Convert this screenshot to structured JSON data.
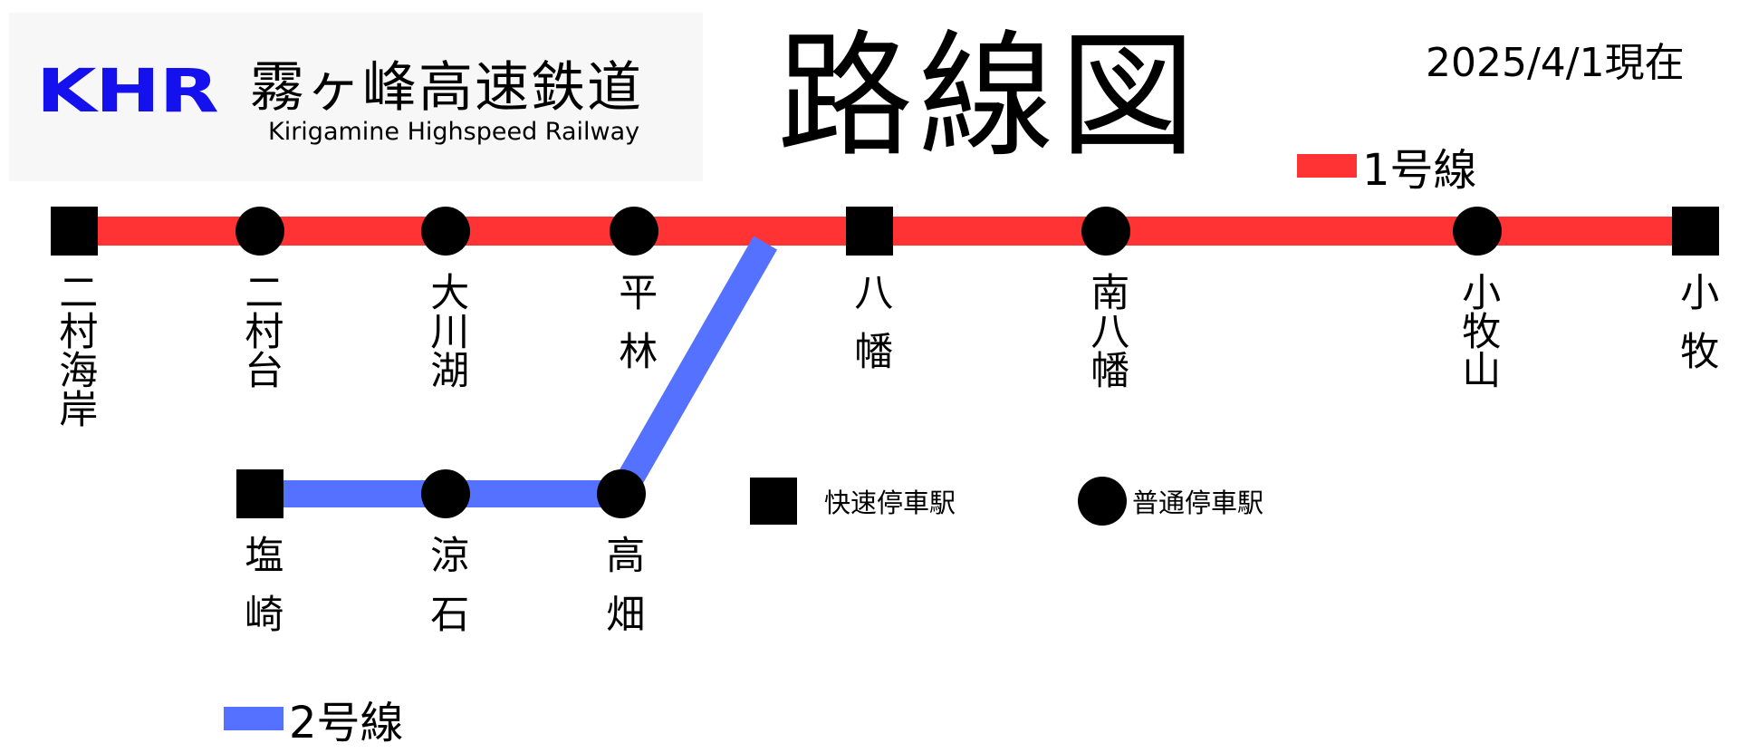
{
  "header": {
    "logo_text": "KHR",
    "company_name_jp": "霧ヶ峰高速鉄道",
    "company_name_en": "Kirigamine Highspeed Railway",
    "title": "路線図",
    "date": "2025/4/1現在"
  },
  "lines": [
    {
      "name": "1号線",
      "color": "#ff3333"
    },
    {
      "name": "2号線",
      "color": "#5472ff"
    }
  ],
  "stop_legend": {
    "express": "快速停車駅",
    "local": "普通停車駅"
  },
  "stations": {
    "line1": [
      {
        "name": "二村海岸",
        "type": "express"
      },
      {
        "name": "二村台",
        "type": "local"
      },
      {
        "name": "大川湖",
        "type": "local"
      },
      {
        "name": "平林",
        "type": "local"
      },
      {
        "name": "八幡",
        "type": "express"
      },
      {
        "name": "南八幡",
        "type": "local"
      },
      {
        "name": "小牧山",
        "type": "local"
      },
      {
        "name": "小牧",
        "type": "express"
      }
    ],
    "line2": [
      {
        "name": "塩崎",
        "type": "express"
      },
      {
        "name": "涼石",
        "type": "local"
      },
      {
        "name": "高畑",
        "type": "local"
      }
    ]
  }
}
